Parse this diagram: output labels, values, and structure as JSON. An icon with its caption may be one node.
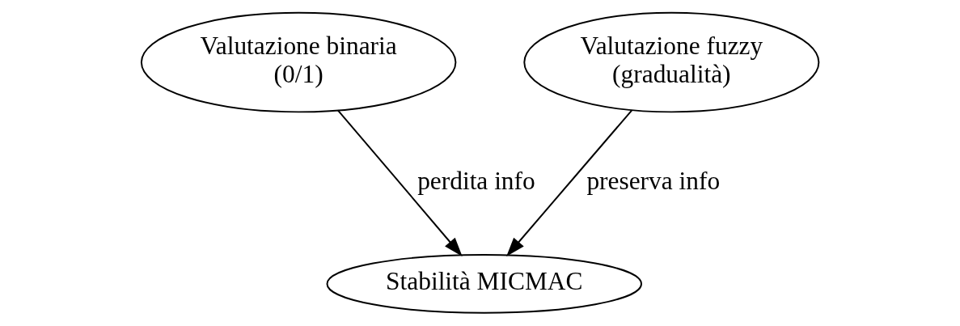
{
  "diagram": {
    "nodes": [
      {
        "text": [
          "Valutazione binaria (0/1)"
        ]
      },
      {
        "text": [
          "Valutazione fuzzy (gradualità)"
        ]
      },
      {
        "text": [
          "Stabilità MICMAC"
        ]
      }
    ],
    "edges": [
      {
        "from": 0,
        "to": 2,
        "arrow": "to",
        "label": "perdita info"
      },
      {
        "from": 1,
        "to": 2,
        "arrow": "to",
        "label": "preserva info"
      }
    ]
  }
}
